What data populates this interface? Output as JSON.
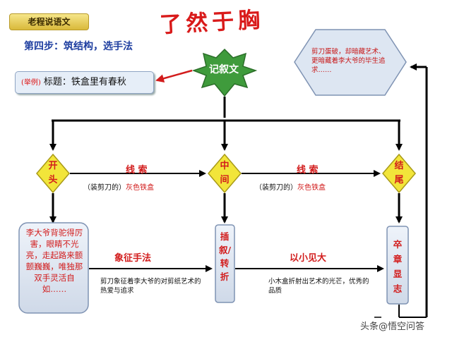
{
  "badge": "老程说语文",
  "step_title": "第四步：筑结构，选手法",
  "handwritten_title": "了然于胸",
  "title_example": {
    "tag": "(举例)",
    "text": "标题：铁盒里有春秋"
  },
  "star_label": "记叙文",
  "hexagon_text": "剪刀蛋破，却暗藏艺术、更暗藏着李大爷的毕生追求……",
  "diamonds": {
    "start": "开头",
    "middle": "中间",
    "end": "结尾"
  },
  "clue_top_1": "线 索",
  "clue_sub_1": {
    "prefix": "（装剪刀的）",
    "highlight": "灰色铁盒"
  },
  "clue_top_2": "线 索",
  "clue_sub_2": {
    "prefix": "（装剪刀的）",
    "highlight": "灰色铁盒"
  },
  "left_box": "李大爷背驼得厉害，眼睛不光亮，走起路来颤颤巍巍，唯独那双手灵活自如……",
  "middle_box": "插叙/转折",
  "right_box": "卒章显志",
  "method_1": "象征手法",
  "method_1_desc": "剪刀象征着李大爷的对剪纸艺术的热爱与追求",
  "method_2": "以小见大",
  "method_2_desc": "小木盒折射出艺术的光芒，优秀的品质",
  "watermark": "头条@悟空问答",
  "colors": {
    "diamond": "#f2e53a",
    "star": "#3f9b3c",
    "box": "#dde6f2",
    "hexagon": "#dde6f2",
    "accent": "#d21c1c"
  }
}
